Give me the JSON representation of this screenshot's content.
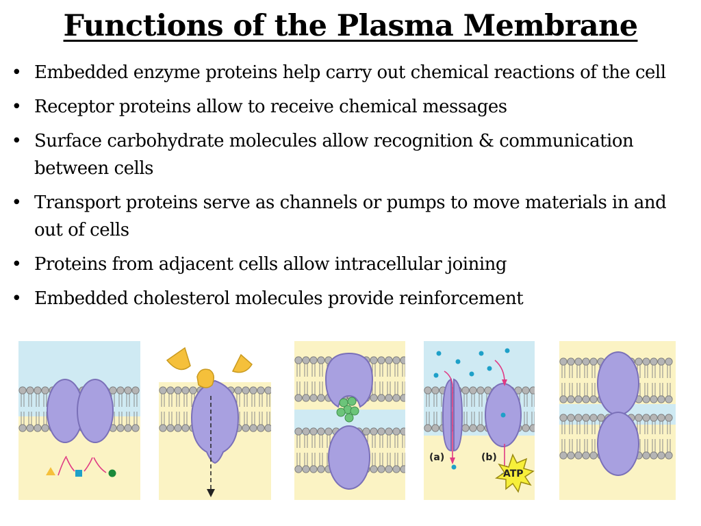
{
  "title": "Functions of the Plasma Membrane",
  "bullets": [
    {
      "text": "Embedded enzyme proteins help carry out chemical reactions of the cell"
    },
    {
      "text": "Receptor proteins allow to receive chemical messages"
    },
    {
      "text": "Surface carbohydrate molecules allow recognition & communication between cells"
    },
    {
      "text": "Transport proteins serve as channels or pumps to move materials in and out of cells"
    },
    {
      "text": "Proteins from adjacent cells allow intracellular joining"
    },
    {
      "text": "Embedded cholesterol molecules provide reinforcement"
    }
  ],
  "bullet_glyph": "•",
  "panels": {
    "transport": {
      "label_a": "(a)",
      "label_b": "(b)",
      "atp": "ATP"
    }
  },
  "colors": {
    "sky": "#cfeaf3",
    "cytoplasm": "#fbf3c4",
    "protein": "#a8a0e0",
    "lipid_head": "#b5b5b5",
    "ligand": "#f5c03b",
    "arrow": "#e03a84",
    "ion": "#1ea0c8",
    "green_molecule": "#6cc47a"
  }
}
